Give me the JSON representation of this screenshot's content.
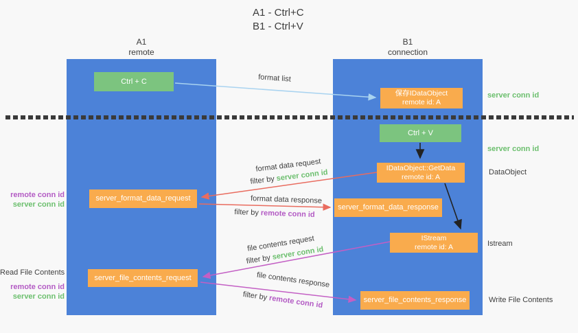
{
  "title": {
    "line1": "A1 - Ctrl+C",
    "line2": "B1 - Ctrl+V"
  },
  "lifelines": {
    "a1": {
      "name": "A1",
      "role": "remote"
    },
    "b1": {
      "name": "B1",
      "role": "connection"
    }
  },
  "nodes": {
    "ctrl_c": "Ctrl + C",
    "ctrl_v": "Ctrl + V",
    "save_idataobject": {
      "title": "保存IDataObject",
      "subtitle": "remote id: A"
    },
    "getdata": {
      "title": "IDataObject::GetData",
      "subtitle": "remote id: A"
    },
    "istream": {
      "title": "IStream",
      "subtitle": "remote id: A"
    },
    "format_request": "server_format_data_request",
    "format_response": "server_format_data_response",
    "file_request": "server_file_contents_request",
    "file_response": "server_file_contents_response"
  },
  "labels": {
    "format_list": "format list",
    "format_data_request": "format data request",
    "format_data_response": "format data response",
    "file_contents_request": "file contents request",
    "file_contents_response": "file contents response",
    "filter_by": "filter by",
    "server_conn_id": "server conn id",
    "remote_conn_id": "remote conn id",
    "dataobject": "DataObject",
    "istream": "Istream",
    "read_file_contents": "Read File Contents",
    "write_file_contents": "Write File Contents"
  },
  "colors": {
    "lifeline_blue": "#4c82d8",
    "node_orange": "#f9ab4d",
    "node_green": "#7cc47f",
    "arrow_blue": "#a9d3f0",
    "arrow_red": "#e96c5f",
    "arrow_magenta": "#c35fc4",
    "arrow_black": "#222222",
    "label_green": "#6cbf6e",
    "label_purple": "#b35bc4",
    "text_dark": "#3e3e3e",
    "background": "#f8f8f8"
  }
}
